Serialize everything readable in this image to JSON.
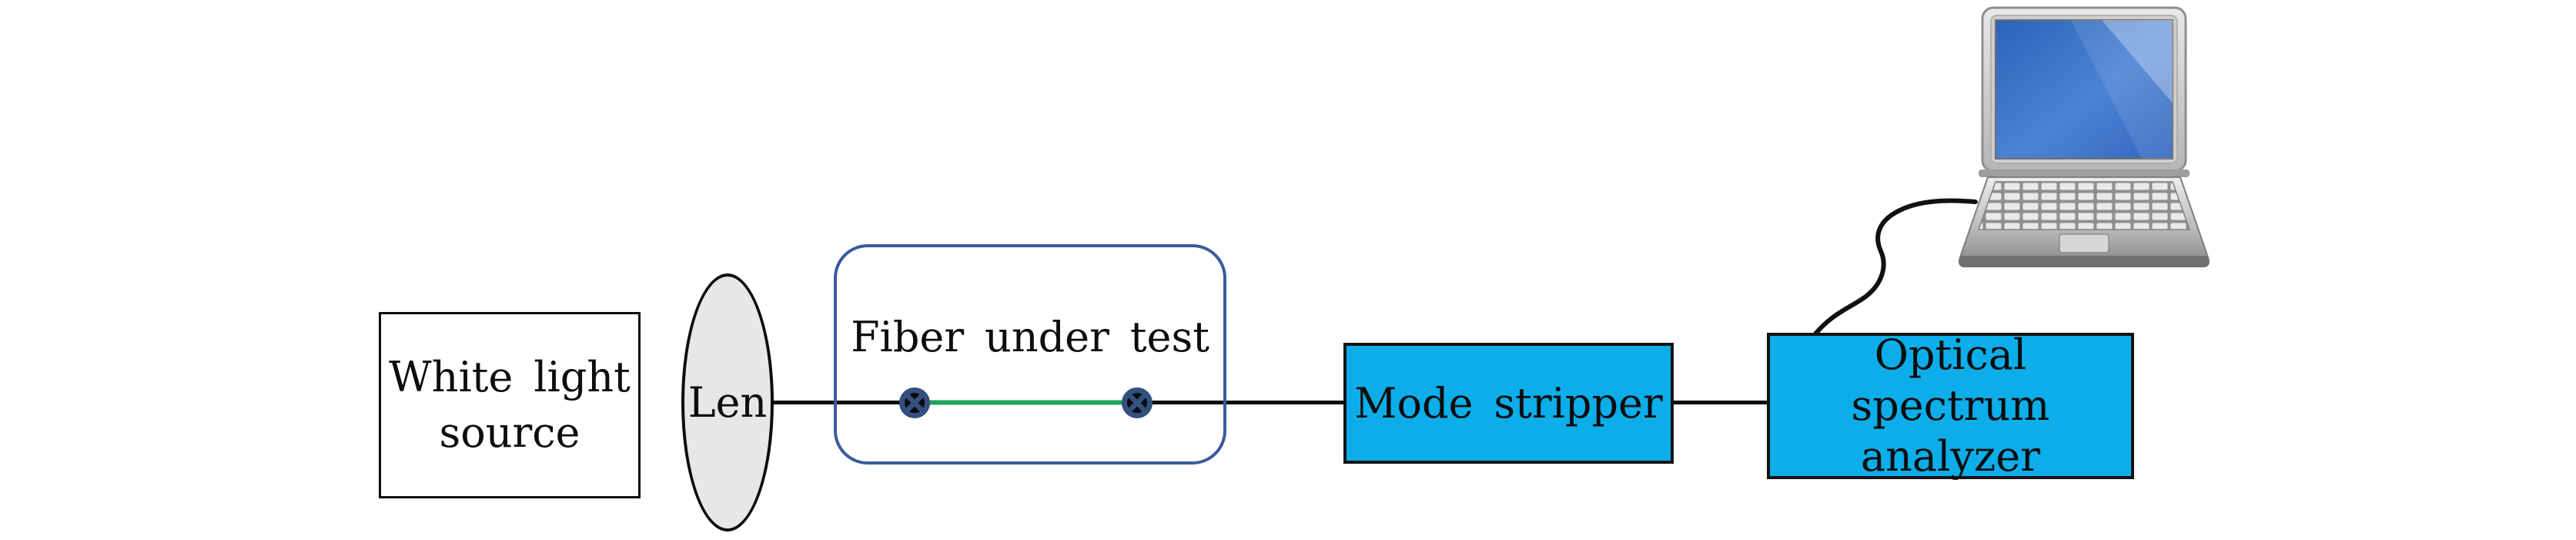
{
  "diagram": {
    "type": "experimental-setup-block-diagram",
    "nodes": {
      "white_light_source": {
        "line1": "White light",
        "line2": "source"
      },
      "lens": {
        "label": "Len"
      },
      "fiber_under_test": {
        "label": "Fiber under test"
      },
      "mode_stripper": {
        "label": "Mode stripper"
      },
      "optical_spectrum_analyzer": {
        "line1": "Optical spectrum",
        "line2": "analyzer"
      }
    },
    "icons": {
      "fiber_connector_left": "circled-x-fiber-connector",
      "fiber_connector_right": "circled-x-fiber-connector",
      "computer": "laptop-icon"
    },
    "connections": [
      {
        "from": "lens",
        "to": "fiber_under_test",
        "style": "black-line"
      },
      {
        "from": "fiber_connector_left",
        "to": "fiber_connector_right",
        "style": "green-fiber-line"
      },
      {
        "from": "fiber_under_test",
        "to": "mode_stripper",
        "style": "black-line"
      },
      {
        "from": "mode_stripper",
        "to": "optical_spectrum_analyzer",
        "style": "black-line"
      },
      {
        "from": "optical_spectrum_analyzer",
        "to": "laptop",
        "style": "curved-cable"
      }
    ],
    "colors": {
      "box_fill_cyan": "#0cade8",
      "fiber_box_border_blue": "#3a5b9b",
      "fiber_connector_navy": "#33507e",
      "fiber_line_green": "#1ca65a",
      "lens_fill_gray": "#e7e7e7",
      "line_black": "#0d0d0d",
      "laptop_screen_blue": "#3f77cf",
      "background": "#ffffff"
    }
  }
}
